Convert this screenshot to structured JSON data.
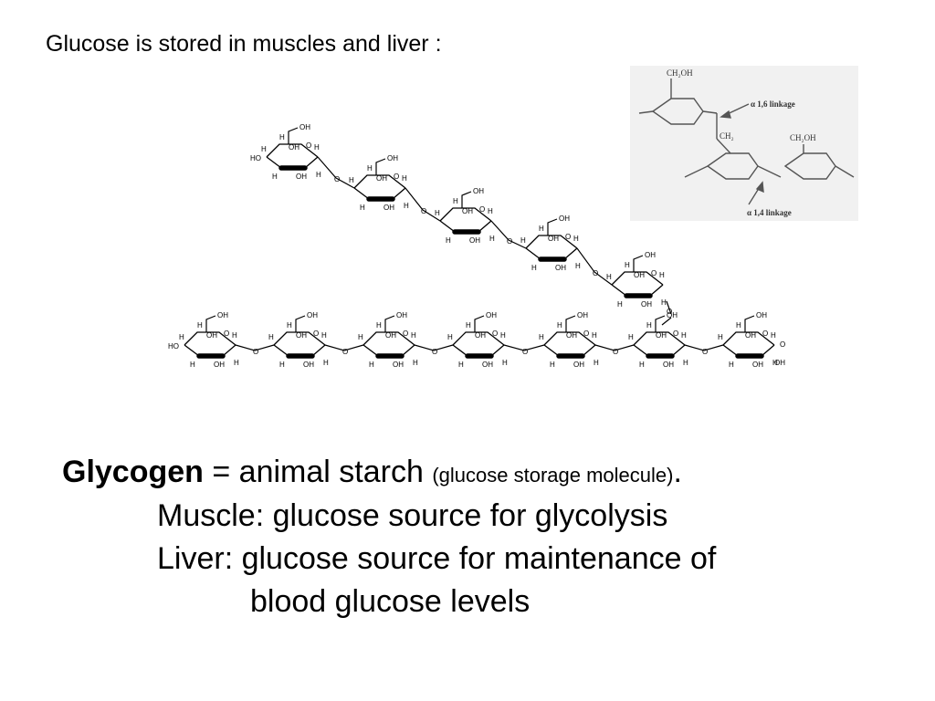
{
  "heading": "Glucose is stored in muscles and liver :",
  "atoms": {
    "oh": "OH",
    "ho": "HO",
    "h": "H",
    "o": "O"
  },
  "inset": {
    "ch2oh_top": "CH₂OH",
    "ch2_mid": "CH₂",
    "ch2oh_right": "CH₂OH",
    "linkage_16": "α 1,6 linkage",
    "linkage_14": "α 1,4 linkage"
  },
  "text": {
    "glycogen": "Glycogen",
    "equals": " = animal starch ",
    "paren": "(glucose storage molecule)",
    "period": ".",
    "muscle": "Muscle: glucose source for glycolysis",
    "liver": "Liver: glucose source for maintenance of",
    "blood": "blood glucose levels"
  }
}
